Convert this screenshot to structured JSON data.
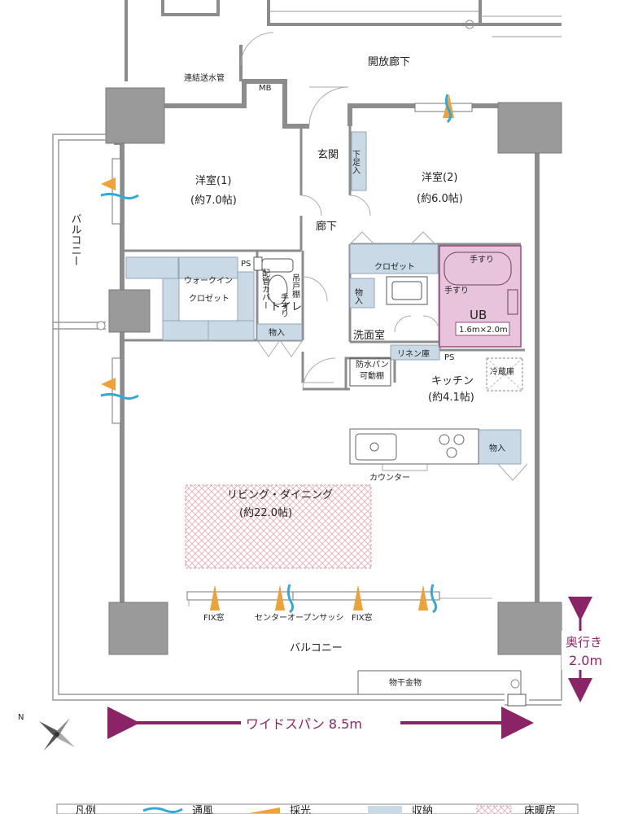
{
  "rooms": {
    "corridor_open": "開放廊下",
    "pipe": "連結送水管",
    "mb": "MB",
    "bedroom1_name": "洋室(1)",
    "bedroom1_size": "(約7.0帖)",
    "bedroom2_name": "洋室(2)",
    "bedroom2_size": "(約6.0帖)",
    "entrance": "玄関",
    "shoes": "下足入",
    "hallway": "廊下",
    "balcony_left": "バルコニー",
    "balcony_bottom": "バルコニー",
    "walkin_1": "ウォークイン",
    "walkin_2": "クロゼット",
    "ps": "PS",
    "pipe_cover": "配管カバー",
    "hanging_shelf": "吊戸棚",
    "handrail": "手すり",
    "toilet": "トイレ",
    "storage": "物入",
    "closet": "クロゼット",
    "washroom": "洗面室",
    "linen": "リネン庫",
    "waterpan_1": "防水パン",
    "waterpan_2": "可動棚",
    "ub": "UB",
    "ub_size": "1.6m×2.0m",
    "kitchen_name": "キッチン",
    "kitchen_size": "(約4.1帖)",
    "fridge": "冷蔵庫",
    "counter": "カウンター",
    "living_name": "リビング・ダイニング",
    "living_size": "(約22.0帖)",
    "fix_window": "FIX窓",
    "center_sash": "センターオープンサッシ",
    "drying": "物干金物"
  },
  "dimensions": {
    "depth_label": "奥行き",
    "depth_value": "2.0m",
    "span_label": "ワイドスパン 8.5m"
  },
  "legend": {
    "title": "凡例",
    "wind": "通風",
    "light": "採光",
    "storage": "収納",
    "floor_heating": "床暖房"
  },
  "compass": {
    "north": "N"
  },
  "colors": {
    "wall": "#8c8c8c",
    "wall_dark": "#6e6e6e",
    "storage_fill": "#c9d9e6",
    "bath_fill": "#e8c4dc",
    "bath_stroke": "#9a4b80",
    "heating": "#d89aa8",
    "arrow_magenta": "#8b2467",
    "wind_blue": "#33a9d8",
    "light_orange": "#f0a23a"
  }
}
